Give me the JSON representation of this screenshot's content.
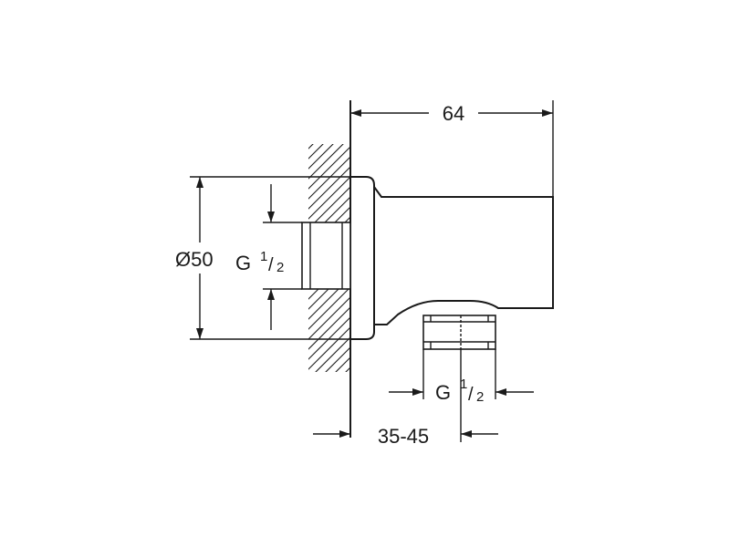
{
  "dimensions": {
    "width_total": "64",
    "diameter": "Ø50",
    "thread_inlet_prefix": "G",
    "thread_inlet_num": "1",
    "thread_inlet_den": "2",
    "thread_outlet_prefix": "G",
    "thread_outlet_num": "1",
    "thread_outlet_den": "2",
    "wall_depth": "35-45"
  },
  "colors": {
    "line": "#1a1a1a",
    "background": "#ffffff"
  }
}
